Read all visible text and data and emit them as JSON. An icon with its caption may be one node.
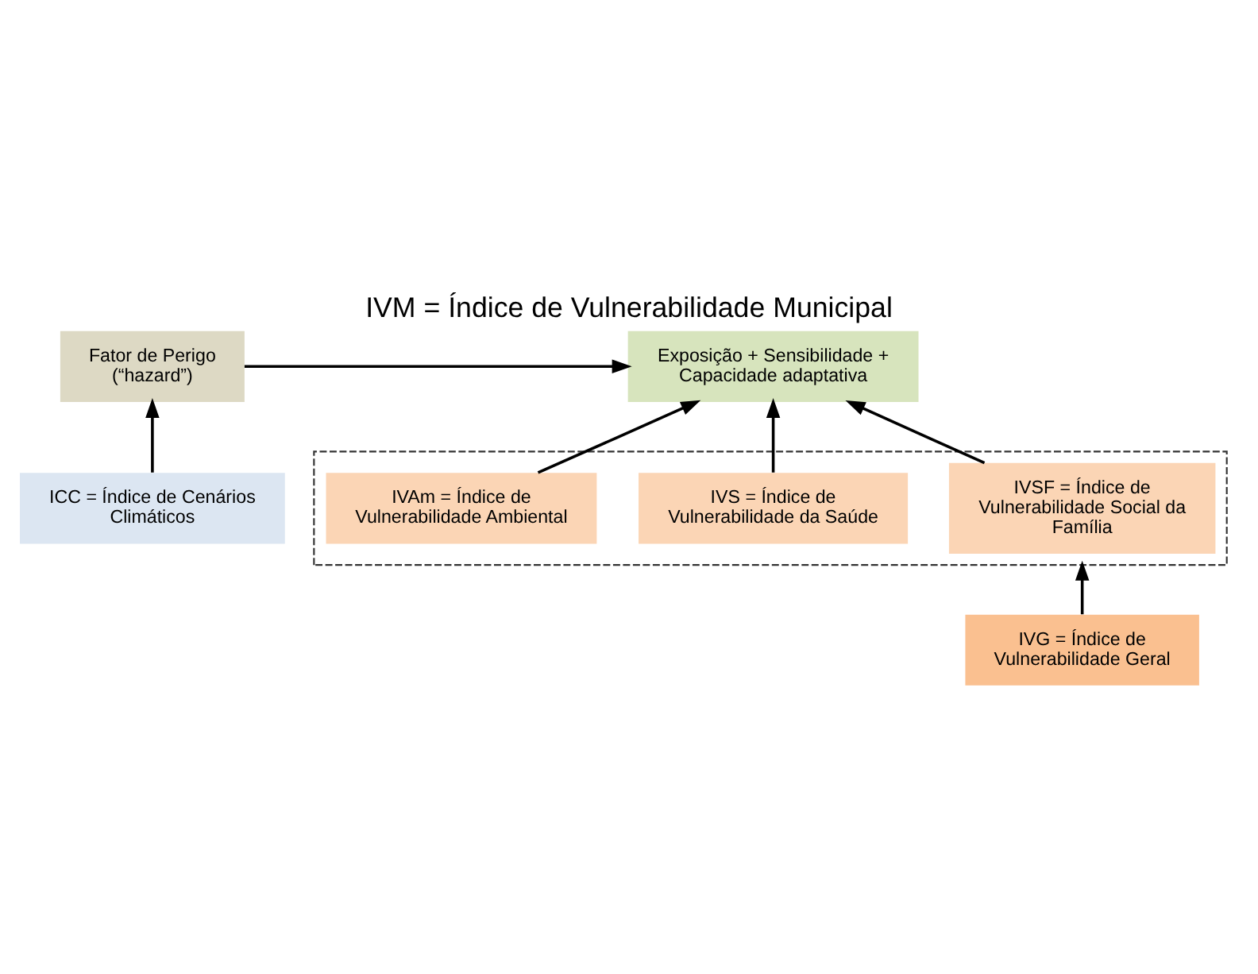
{
  "diagram": {
    "title": "IVM = Índice de Vulnerabilidade Municipal",
    "nodes": [
      {
        "text": [
          "Fator de Perigo",
          "(“hazard”)"
        ]
      },
      {
        "text": [
          "Exposição + Sensibilidade + Capacidade adaptativa"
        ]
      },
      {
        "text": [
          "ICC = Índice de Cenários Climáticos"
        ]
      },
      {
        "text": [],
        "shape": "box"
      },
      {
        "text": [
          "IVSF = Índice de Vulnerabilidade Social da Família"
        ],
        "in": 3
      },
      {
        "text": [
          "IVS = Índice de Vulnerabilidade da Saúde"
        ],
        "in": 3
      },
      {
        "text": [
          "IVAm = Índice de Vulnerabilidade Ambiental"
        ],
        "in": 3
      },
      {
        "text": [
          "IVG = Índice de Vulnerabilidade Geral"
        ]
      }
    ],
    "edges": [
      {
        "from": 0,
        "to": 1,
        "arrow": "to"
      },
      {
        "from": 2,
        "to": 0,
        "arrow": "to"
      },
      {
        "from": 4,
        "to": 1,
        "arrow": "to"
      },
      {
        "from": 5,
        "to": 1,
        "arrow": "to"
      },
      {
        "from": 6,
        "to": 1,
        "arrow": "to"
      },
      {
        "from": 7,
        "to": 3,
        "arrow": "to"
      }
    ]
  }
}
